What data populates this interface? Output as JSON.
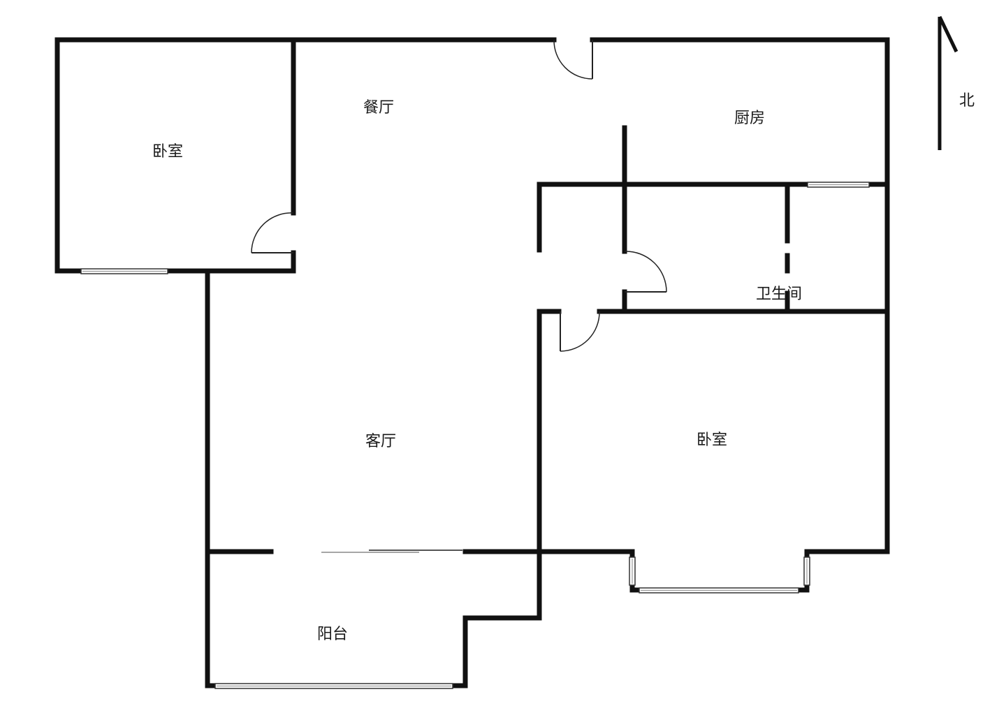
{
  "rooms": {
    "bedroom_northwest": "卧室",
    "dining_room": "餐厅",
    "kitchen": "厨房",
    "bathroom": "卫生间",
    "living_room": "客厅",
    "bedroom_southeast": "卧室",
    "balcony": "阳台"
  },
  "compass": {
    "label": "北"
  },
  "colors": {
    "wall": "#111111",
    "background": "#ffffff",
    "window": "#9a9a9a"
  }
}
